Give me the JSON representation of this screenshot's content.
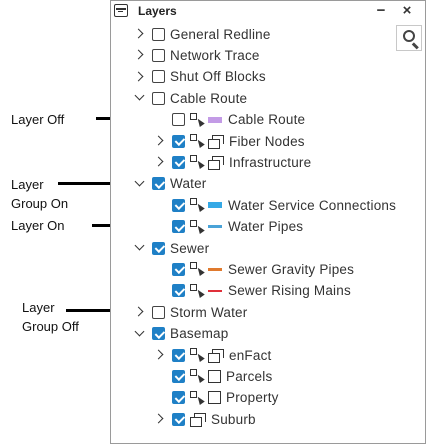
{
  "annotations": {
    "layer_off": "Layer Off",
    "group_on_1": "Layer",
    "group_on_2": "Group On",
    "layer_on": "Layer On",
    "group_off_1": "Layer",
    "group_off_2": "Group Off"
  },
  "panel": {
    "title": "Layers",
    "minimize_label": "−",
    "close_label": "×",
    "search_icon": "search-icon"
  },
  "layers": [
    {
      "label": "General Redline",
      "level": 0,
      "expander": "right",
      "checked": false
    },
    {
      "label": "Network Trace",
      "level": 0,
      "expander": "right",
      "checked": false
    },
    {
      "label": "Shut Off Blocks",
      "level": 0,
      "expander": "right",
      "checked": false
    },
    {
      "label": "Cable Route",
      "level": 0,
      "expander": "down",
      "checked": false
    },
    {
      "label": "Cable Route",
      "level": 1,
      "expander": "none",
      "checked": false,
      "select_icon": true,
      "legend": {
        "kind": "swatch",
        "color": "#c39be6"
      }
    },
    {
      "label": "Fiber Nodes",
      "level": 1,
      "expander": "right",
      "checked": true,
      "select_icon": true,
      "group_icon": true
    },
    {
      "label": "Infrastructure",
      "level": 1,
      "expander": "right",
      "checked": true,
      "select_icon": true,
      "group_icon": true
    },
    {
      "label": "Water",
      "level": 0,
      "expander": "down",
      "checked": true
    },
    {
      "label": "Water Service Connections",
      "level": 1,
      "expander": "none",
      "checked": true,
      "select_icon": true,
      "legend": {
        "kind": "swatch",
        "color": "#35a9e6"
      }
    },
    {
      "label": "Water Pipes",
      "level": 1,
      "expander": "none",
      "checked": true,
      "select_icon": true,
      "legend": {
        "kind": "line",
        "color": "#4aa3d8"
      }
    },
    {
      "label": "Sewer",
      "level": 0,
      "expander": "down",
      "checked": true
    },
    {
      "label": "Sewer Gravity Pipes",
      "level": 1,
      "expander": "none",
      "checked": true,
      "select_icon": true,
      "legend": {
        "kind": "line",
        "color": "#e07a2e"
      }
    },
    {
      "label": "Sewer Rising Mains",
      "level": 1,
      "expander": "none",
      "checked": true,
      "select_icon": true,
      "legend": {
        "kind": "line",
        "color": "#e0303a"
      }
    },
    {
      "label": "Storm Water",
      "level": 0,
      "expander": "right",
      "checked": false
    },
    {
      "label": "Basemap",
      "level": 0,
      "expander": "down",
      "checked": true
    },
    {
      "label": "enFact",
      "level": 1,
      "expander": "right",
      "checked": true,
      "select_icon": true,
      "group_icon": true
    },
    {
      "label": "Parcels",
      "level": 1,
      "expander": "none",
      "checked": true,
      "select_icon": true,
      "legend": {
        "kind": "box",
        "color": "#ffffff"
      }
    },
    {
      "label": "Property",
      "level": 1,
      "expander": "none",
      "checked": true,
      "select_icon": true,
      "legend": {
        "kind": "box",
        "color": "#ffffff"
      }
    },
    {
      "label": "Suburb",
      "level": 1,
      "expander": "right",
      "checked": true,
      "group_icon": true
    }
  ]
}
